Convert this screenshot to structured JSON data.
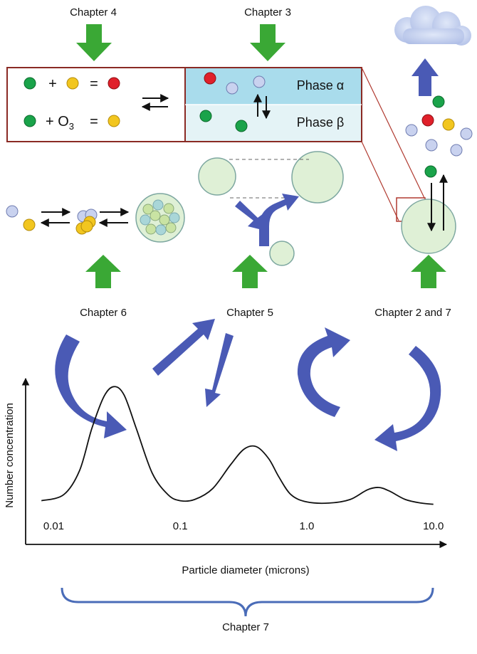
{
  "labels": {
    "chapter4": "Chapter 4",
    "chapter3": "Chapter 3",
    "chapter6": "Chapter 6",
    "chapter5": "Chapter 5",
    "chapter2and7": "Chapter 2 and 7",
    "chapter7": "Chapter 7"
  },
  "reactions": {
    "plus": "+",
    "equals": "=",
    "o3_prefix": "+ O",
    "o3_sub": "3",
    "o3_equals": "="
  },
  "phases": {
    "alpha": "Phase α",
    "beta": "Phase β"
  },
  "chart_data": {
    "type": "line",
    "title": "",
    "xlabel": "Particle diameter (microns)",
    "ylabel": "Number concentration",
    "x_scale": "log",
    "x_ticks": [
      "0.01",
      "0.1",
      "1.0",
      "10.0"
    ],
    "x_tick_values": [
      0.01,
      0.1,
      1.0,
      10.0
    ],
    "xlim": [
      0.006,
      15
    ],
    "series": [
      {
        "x": [
          0.008,
          0.012,
          0.016,
          0.02,
          0.025,
          0.03,
          0.036,
          0.045,
          0.06,
          0.08,
          0.1,
          0.13,
          0.18,
          0.25,
          0.32,
          0.4,
          0.5,
          0.6,
          0.75,
          1.0,
          1.5,
          2.2,
          3.0,
          3.7,
          4.5,
          6.0,
          8.0,
          10.0
        ],
        "y": [
          0.05,
          0.1,
          0.3,
          0.65,
          0.92,
          1.0,
          0.93,
          0.65,
          0.28,
          0.1,
          0.05,
          0.06,
          0.15,
          0.35,
          0.48,
          0.5,
          0.4,
          0.25,
          0.1,
          0.04,
          0.03,
          0.06,
          0.14,
          0.16,
          0.13,
          0.06,
          0.03,
          0.02
        ]
      }
    ],
    "ylim": [
      0,
      1.15
    ],
    "grid": false,
    "legend": "none"
  },
  "colors": {
    "green_particle": "#1aa34a",
    "yellow_particle": "#f2c61f",
    "red_particle": "#e0202a",
    "lilac_particle": "#c9d2ef",
    "green_arrow": "#3aa835",
    "blue_arrow": "#4a5ab5",
    "phase_alpha": "#a9dcec",
    "phase_beta": "#e4f3f6",
    "box_border": "#8a2a24",
    "aerosol": "#dff0d6",
    "brace": "#4a6cb8"
  }
}
